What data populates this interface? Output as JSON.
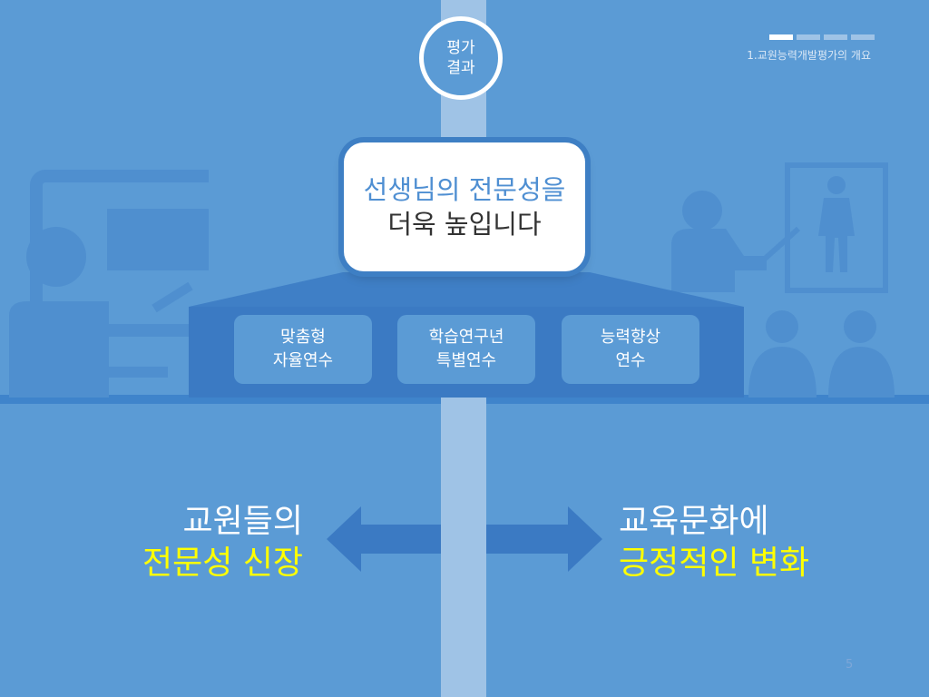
{
  "header": {
    "badge_line1": "평가",
    "badge_line2": "결과",
    "breadcrumb": "1.교원능력개발평가의 개요",
    "progress_total": 4,
    "progress_current": 1
  },
  "main_card": {
    "line1": "선생님의 전문성을",
    "line2": "더욱 높입니다"
  },
  "programs": [
    {
      "line1": "맞춤형",
      "line2": "자율연수"
    },
    {
      "line1": "학습연구년",
      "line2": "특별연수"
    },
    {
      "line1": "능력향상",
      "line2": "연수"
    }
  ],
  "effects": {
    "left_line1": "교원들의",
    "left_line2": "전문성 신장",
    "right_line1": "교육문화에",
    "right_line2": "긍정적인 변화"
  },
  "page_number": "5",
  "colors": {
    "background": "#5b9bd5",
    "accent_dark": "#3f84cb",
    "highlight_text": "#ffff00",
    "card_title": "#4f8fd2"
  },
  "icons": {
    "left_illustration": "teacher-at-board-icon",
    "right_illustration": "presenter-with-audience-icon",
    "arrows": "double-arrow-icon"
  }
}
